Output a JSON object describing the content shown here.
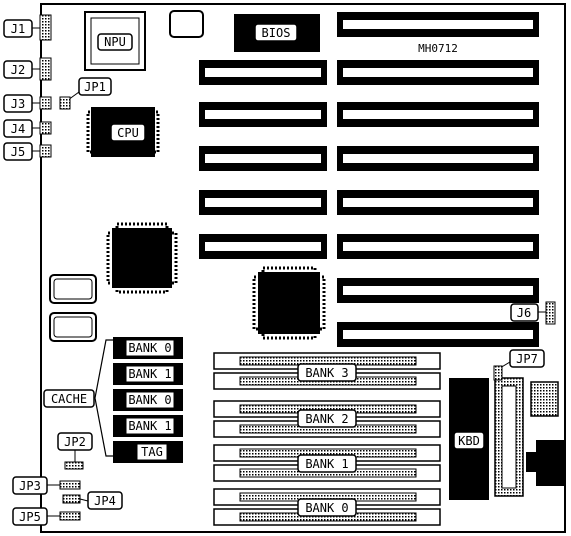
{
  "board": {
    "model": "MH0712",
    "labels": {
      "bios": "BIOS",
      "npu": "NPU",
      "cpu": "CPU",
      "kbd": "KBD",
      "cache": "CACHE",
      "tag": "TAG"
    },
    "jumpers": {
      "j1": "J1",
      "j2": "J2",
      "j3": "J3",
      "j4": "J4",
      "j5": "J5",
      "j6": "J6",
      "jp1": "JP1",
      "jp2": "JP2",
      "jp3": "JP3",
      "jp4": "JP4",
      "jp5": "JP5",
      "jp7": "JP7"
    },
    "cache_banks": [
      "BANK 0",
      "BANK 1",
      "BANK 0",
      "BANK 1"
    ],
    "memory_banks": [
      "BANK 3",
      "BANK 2",
      "BANK 1",
      "BANK 0"
    ]
  }
}
